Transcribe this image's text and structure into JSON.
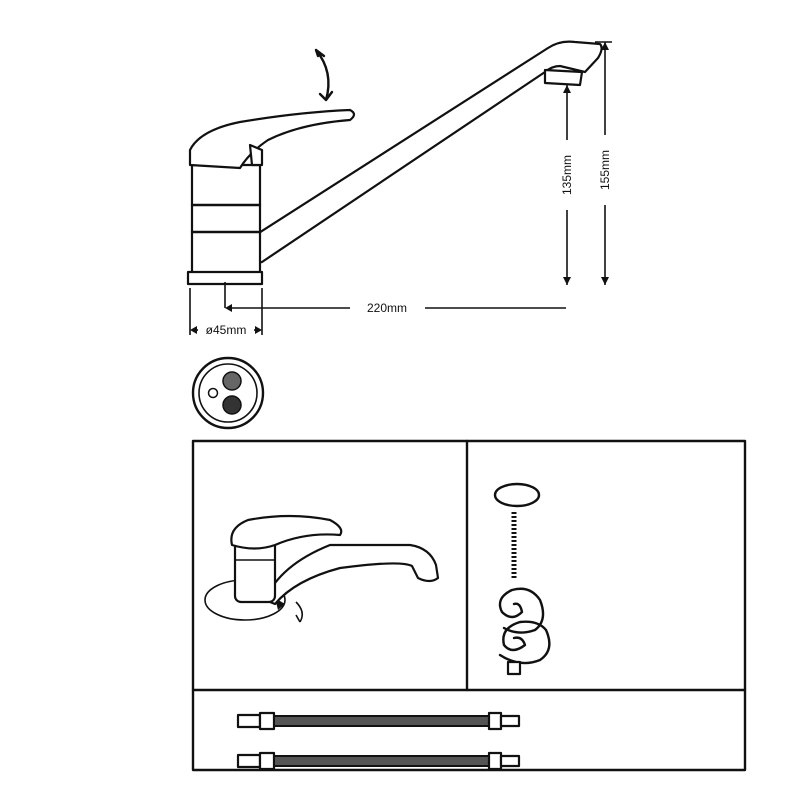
{
  "dimensions": {
    "reach": "220mm",
    "spout_height": "135mm",
    "total_height": "155mm",
    "base_diameter": "ø45mm"
  }
}
